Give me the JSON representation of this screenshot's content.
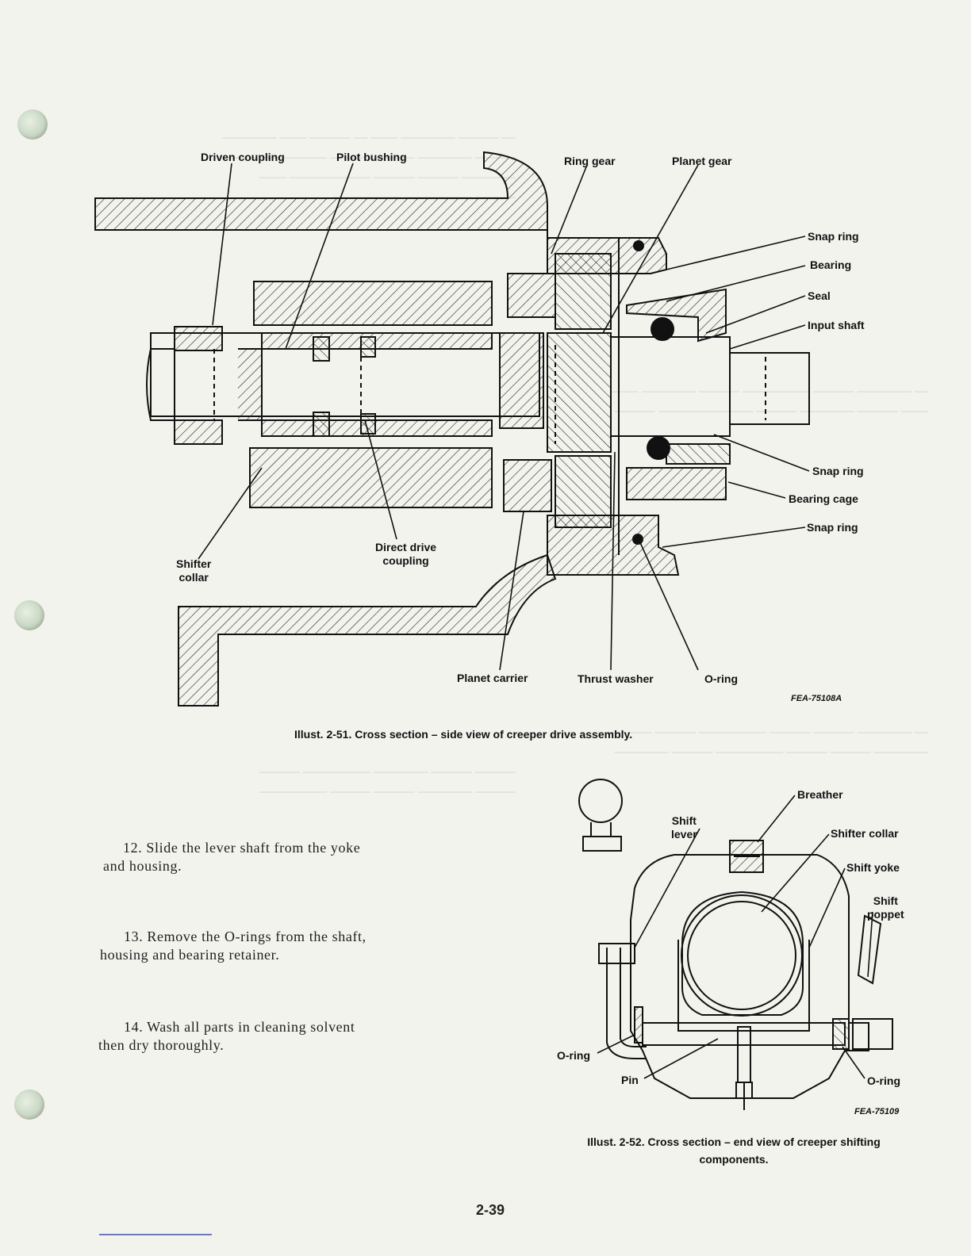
{
  "fig51": {
    "labels": {
      "driven_coupling": "Driven coupling",
      "pilot_bushing": "Pilot bushing",
      "ring_gear": "Ring gear",
      "planet_gear": "Planet gear",
      "snap_ring_1": "Snap ring",
      "bearing": "Bearing",
      "seal": "Seal",
      "input_shaft": "Input shaft",
      "snap_ring_2": "Snap ring",
      "bearing_cage": "Bearing cage",
      "snap_ring_3": "Snap ring",
      "shifter_collar_l1": "Shifter",
      "shifter_collar_l2": "collar",
      "direct_drive_l1": "Direct drive",
      "direct_drive_l2": "coupling",
      "planet_carrier": "Planet carrier",
      "thrust_washer": "Thrust washer",
      "o_ring": "O-ring"
    },
    "code": "FEA-75108A",
    "caption": "Illust. 2-51.  Cross section – side view of creeper drive assembly."
  },
  "fig52": {
    "labels": {
      "breather": "Breather",
      "shift_lever_l1": "Shift",
      "shift_lever_l2": "lever",
      "shifter_collar": "Shifter collar",
      "shift_yoke": "Shift yoke",
      "shift_poppet_l1": "Shift",
      "shift_poppet_l2": "poppet",
      "o_ring_left": "O-ring",
      "pin": "Pin",
      "o_ring_right": "O-ring"
    },
    "code": "FEA-75109",
    "caption_l1": "Illust. 2-52.  Cross section – end view of creeper shifting",
    "caption_l2": "components."
  },
  "steps": [
    {
      "line1": "12.  Slide the lever shaft from the yoke",
      "line2": "and housing."
    },
    {
      "line1": "13.  Remove the O-rings from the shaft,",
      "line2": "housing and bearing retainer."
    },
    {
      "line1": "14.  Wash all parts in cleaning solvent",
      "line2": "then dry thoroughly."
    }
  ],
  "page_number": "2-39"
}
